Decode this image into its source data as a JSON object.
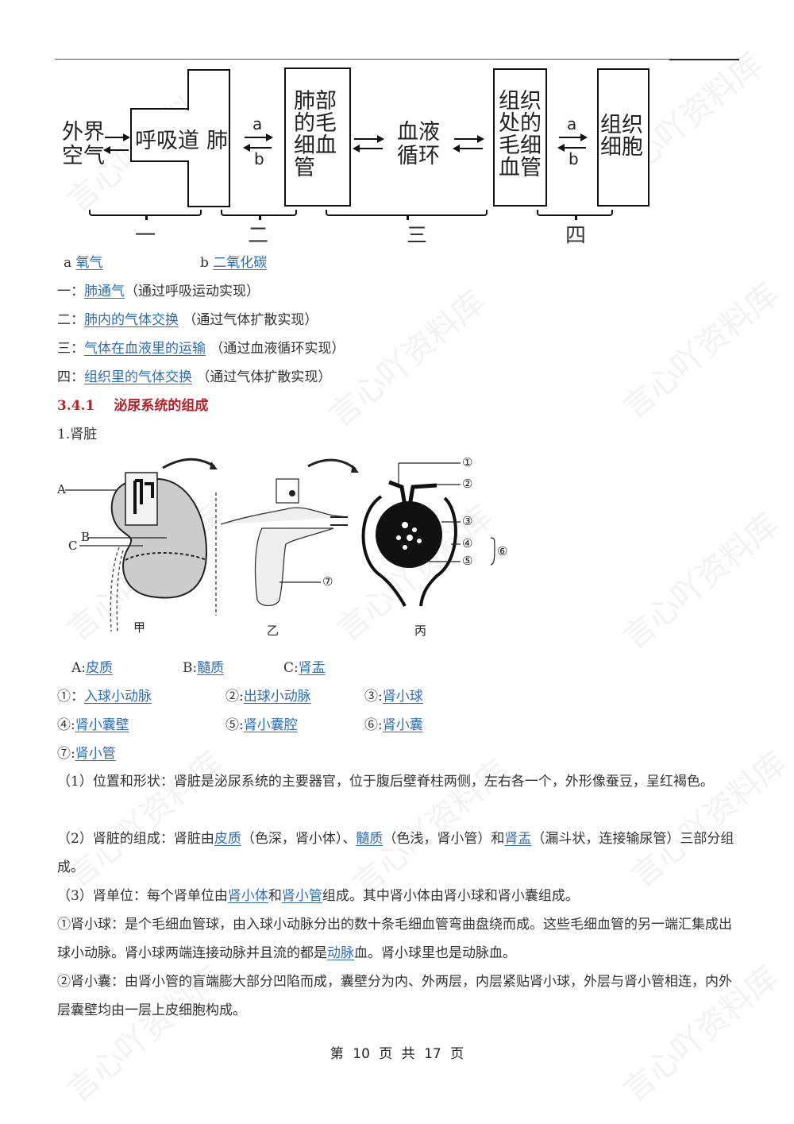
{
  "watermark": "言心吖资料库",
  "diagram1": {
    "outside_air": [
      "外界",
      "空气"
    ],
    "airway": "呼吸道",
    "lung": "肺",
    "lung_capillary": [
      "肺部",
      "的毛",
      "细血",
      "管"
    ],
    "blood_circulation": [
      "血液",
      "循环"
    ],
    "tissue_capillary": [
      "组织",
      "处的",
      "毛细",
      "血管"
    ],
    "tissue_cell": [
      "组织",
      "细胞"
    ],
    "arrow_a": "a",
    "arrow_b": "b",
    "brace_labels": [
      "一",
      "二",
      "三",
      "四"
    ]
  },
  "legend": {
    "a_prefix": "a",
    "a_value": "氧气",
    "b_prefix": "b",
    "b_value": "二氧化碳"
  },
  "stages": [
    {
      "num": "一：",
      "term": "肺通气",
      "note": "（通过呼吸运动实现）"
    },
    {
      "num": "二：",
      "term": "肺内的气体交换",
      "note": " （通过气体扩散实现）"
    },
    {
      "num": "三：",
      "term": "气体在血液里的运输",
      "note": " （通过血液循环实现）"
    },
    {
      "num": "四：",
      "term": "组织里的气体交换",
      "note": " （通过气体扩散实现）"
    }
  ],
  "section": {
    "number": "3.4.1",
    "title": "泌尿系统的组成"
  },
  "subsection": "1.肾脏",
  "figure2": {
    "labels_jia": [
      "A",
      "B",
      "C"
    ],
    "labels_bing": [
      "①",
      "②",
      "③",
      "④",
      "⑤",
      "⑥"
    ],
    "label_yi": "⑦",
    "captions": [
      "甲",
      "乙",
      "丙"
    ]
  },
  "parts_abc": [
    {
      "key": "A:",
      "value": "皮质"
    },
    {
      "key": "B:",
      "value": "髓质"
    },
    {
      "key": "C:",
      "value": "肾盂"
    }
  ],
  "parts_num": [
    {
      "key": "①：",
      "value": "入球小动脉"
    },
    {
      "key": "②:",
      "value": "出球小动脉"
    },
    {
      "key": "③:",
      "value": "肾小球"
    },
    {
      "key": "④:",
      "value": "肾小囊壁"
    },
    {
      "key": "⑤:",
      "value": "肾小囊腔"
    },
    {
      "key": "⑥:",
      "value": "肾小囊"
    },
    {
      "key": "⑦:",
      "value": "肾小管"
    }
  ],
  "paragraphs": {
    "p1": "（1）位置和形状：肾脏是泌尿系统的主要器官，位于腹后壁脊柱两侧，左右各一个，外形像蚕豆，呈红褐色。",
    "p2_a": "（2）肾脏的组成：肾脏由",
    "p2_link1": "皮质",
    "p2_b": "（色深，肾小体）、",
    "p2_link2": "髓质",
    "p2_c": "（色浅，肾小管）和",
    "p2_link3": "肾盂",
    "p2_d": "（漏斗状，连接输尿管）三部分组成。",
    "p3_a": "（3）肾单位：每个肾单位由",
    "p3_link1": "肾小体",
    "p3_b": "和",
    "p3_link2": "肾小管",
    "p3_c": "组成。其中肾小体由肾小球和肾小囊组成。",
    "p4_a": "①肾小球：是个毛细血管球，由入球小动脉分出的数十条毛细血管弯曲盘绕而成。这些毛细血管的另一端汇集成出球小动脉。肾小球两端连接动脉并且流的都是",
    "p4_link": "动脉",
    "p4_b": "血。肾小球里也是动脉血。",
    "p5": "②肾小囊：由肾小管的盲端膨大部分凹陷而成，囊壁分为内、外两层，内层紧贴肾小球，外层与肾小管相连，内外层囊壁均由一层上皮细胞构成。"
  },
  "footer": {
    "text": "第 10 页 共 17 页"
  }
}
